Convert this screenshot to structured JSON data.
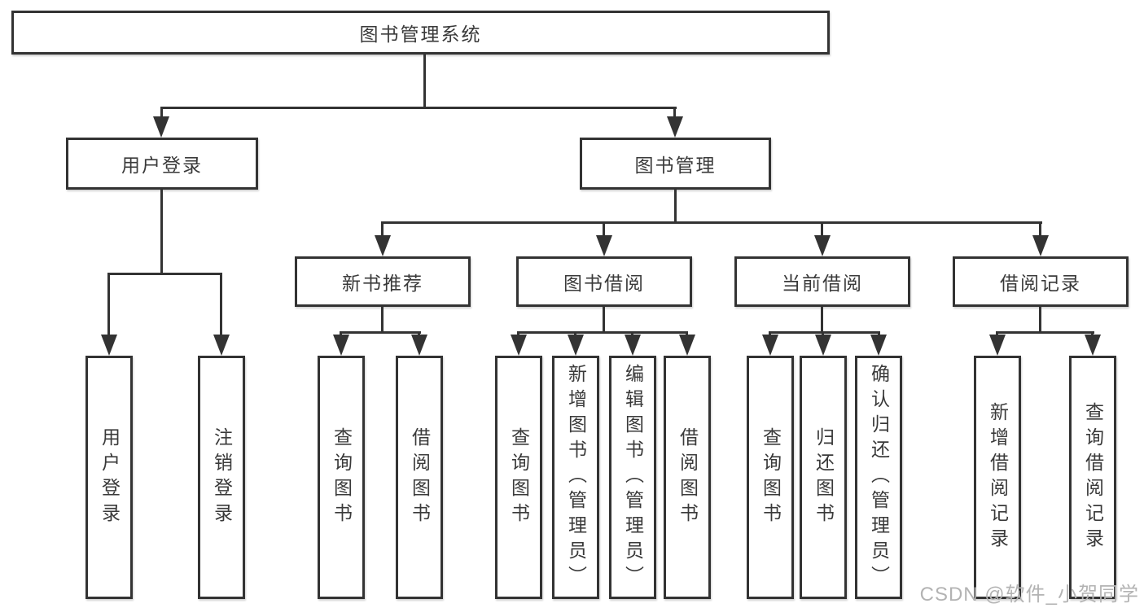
{
  "diagram": {
    "tree": {
      "label": "图书管理系统",
      "children": [
        {
          "label": "用户登录",
          "children": [
            {
              "label": "用户登录"
            },
            {
              "label": "注销登录"
            }
          ]
        },
        {
          "label": "图书管理",
          "children": [
            {
              "label": "新书推荐",
              "children": [
                {
                  "label": "查询图书"
                },
                {
                  "label": "借阅图书"
                }
              ]
            },
            {
              "label": "图书借阅",
              "children": [
                {
                  "label": "查询图书"
                },
                {
                  "label": "新增图书（管理员）"
                },
                {
                  "label": "编辑图书（管理员）"
                },
                {
                  "label": "借阅图书"
                }
              ]
            },
            {
              "label": "当前借阅",
              "children": [
                {
                  "label": "查询图书"
                },
                {
                  "label": "归还图书"
                },
                {
                  "label": "确认归还（管理员）"
                }
              ]
            },
            {
              "label": "借阅记录",
              "children": [
                {
                  "label": "新增借阅记录"
                },
                {
                  "label": "查询借阅记录"
                }
              ]
            }
          ]
        }
      ]
    }
  },
  "watermark": {
    "text": "CSDN @软件_小贺同学"
  },
  "colors": {
    "line": "#333333",
    "text": "#3a3a3a",
    "box_bg": "#ffffff",
    "watermark": "#b3b3b3"
  }
}
